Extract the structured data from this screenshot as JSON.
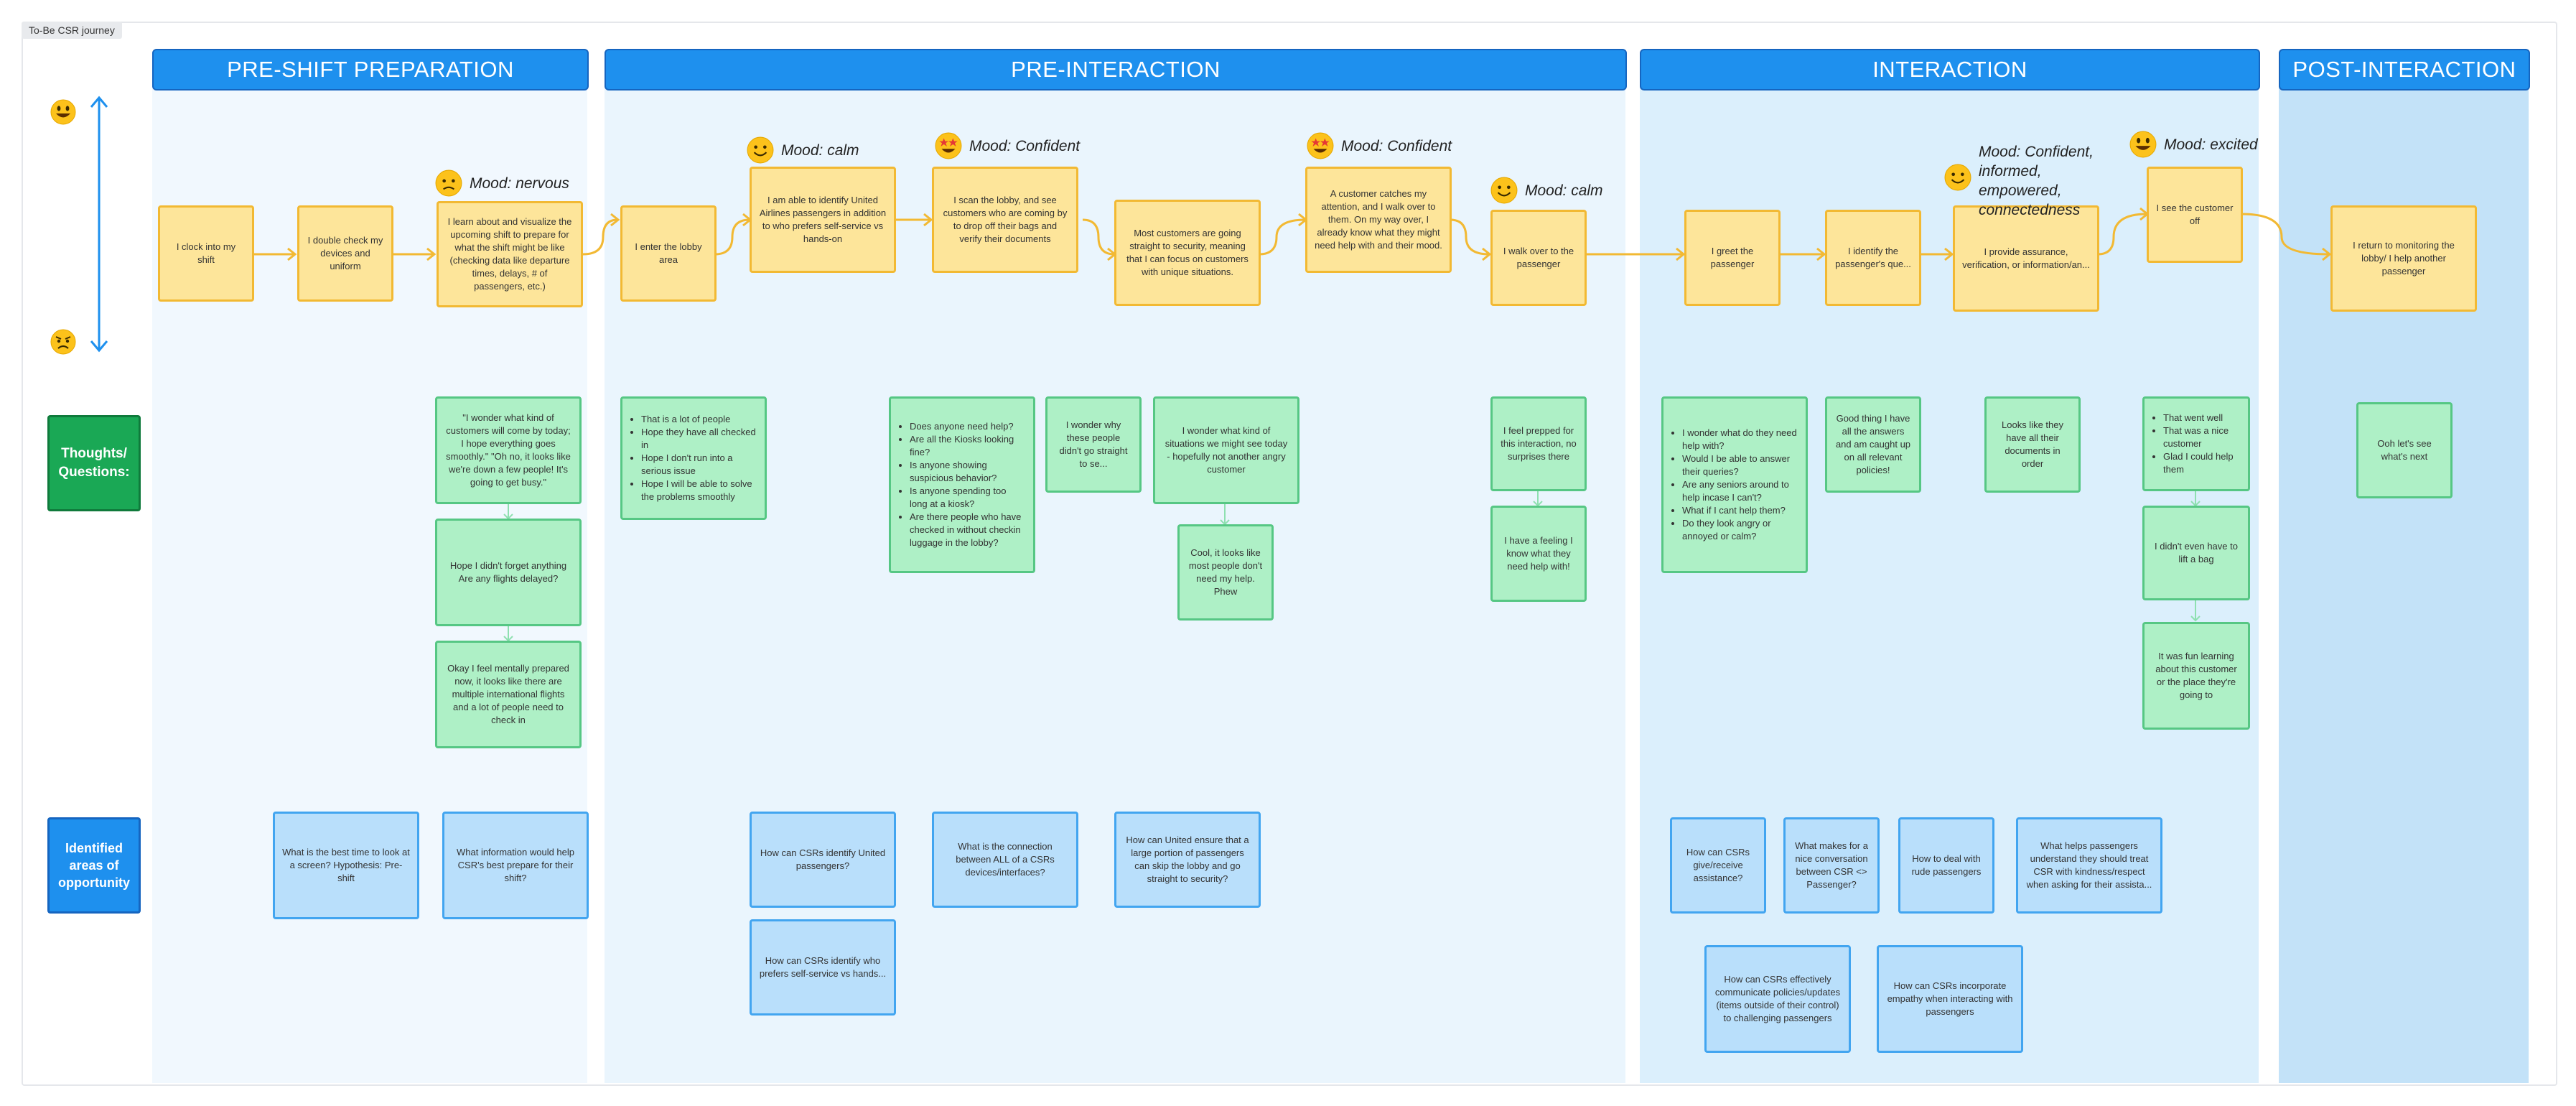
{
  "board_label": "To-Be CSR journey",
  "phases": [
    "PRE-SHIFT PREPARATION",
    "PRE-INTERACTION",
    "INTERACTION",
    "POST-INTERACTION"
  ],
  "row_labels": {
    "thoughts": "Thoughts/ Questions:",
    "opportunity": "Identified areas of opportunity"
  },
  "moods": [
    "Mood: nervous",
    "Mood: calm",
    "Mood: Confident",
    "Mood: Confident",
    "Mood: calm",
    "Mood: Confident, informed, empowered, connectedness",
    "Mood: excited"
  ],
  "steps": [
    "I clock into my shift",
    "I double check my devices and uniform",
    "I learn about and visualize the upcoming shift to prepare for what the shift might be like (checking data like departure times, delays, # of passengers, etc.)",
    "I enter the lobby area",
    "I am able to identify United Airlines passengers in addition to who prefers self-service vs hands-on",
    "I scan the lobby, and see customers who are coming by to drop off their bags and verify their documents",
    "Most customers are going straight to security, meaning that I can focus on customers with unique situations.",
    "A customer catches my attention, and I walk over to them. On my way over, I already know what they might need help with and their mood.",
    "I walk over to the passenger",
    "I greet the passenger",
    "I identify the passenger's que...",
    "I provide assurance, verification, or information/an...",
    "I see the customer off",
    "I return to monitoring the lobby/ I help another passenger"
  ],
  "thoughts": {
    "t1": "\"I wonder what kind of customers will come by today; I hope everything goes smoothly.\" \"Oh no, it looks like we're down a few people! It's going to get busy.\"",
    "t2": "Hope I didn't forget anything Are any flights delayed?",
    "t3": "Okay I feel mentally prepared now, it looks like there are multiple international flights and a lot of people need to check in",
    "t4": [
      "That is a lot of people",
      "Hope they have all checked in",
      "Hope I don't run into a serious issue",
      "Hope I will be able to solve the problems smoothly"
    ],
    "t5": [
      "Does anyone need help?",
      "Are all the Kiosks looking fine?",
      "Is anyone showing suspicious behavior?",
      "Is anyone spending too long at a kiosk?",
      "Are there people who have checked in without checkin luggage in the lobby?"
    ],
    "t6": "I wonder why these people didn't go straight to se...",
    "t7": "I wonder what kind of situations we might see today - hopefully not another angry customer",
    "t8": "Cool, it looks like most people don't need my help. Phew",
    "t9": "I feel prepped for this interaction, no surprises there",
    "t10": "I have a feeling I know what they need help with!",
    "t11": [
      "I wonder what do they need help with?",
      "Would I be able to answer their queries?",
      "Are any seniors around to help incase I can't?",
      "What if I cant help them?",
      "Do they look angry or annoyed or calm?"
    ],
    "t12": "Good thing I have all the answers and am caught up on all relevant policies!",
    "t13": "Looks like they have all their documents in order",
    "t14": [
      "That went well",
      "That was a nice customer",
      "Glad I could help them"
    ],
    "t15": "I didn't even have to lift a bag",
    "t16": "It was fun learning about this customer or the place they're going to",
    "t17": "Ooh let's see what's next"
  },
  "opportunities": [
    "What is the best time to look at a screen? Hypothesis: Pre-shift",
    "What information would help CSR's best prepare for their shift?",
    "How can CSRs identify United passengers?",
    "How can CSRs identify who prefers self-service vs hands...",
    "What is the connection between ALL of a CSRs devices/interfaces?",
    "How can United ensure that a large portion of passengers can skip the lobby and go straight to security?",
    "How can CSRs give/receive assistance?",
    "What makes for a nice conversation between CSR <> Passenger?",
    "How to deal with rude passengers",
    "What helps passengers understand they should treat CSR with kindness/respect when asking for their assista...",
    "How can CSRs effectively communicate policies/updates (items outside of their control) to challenging passengers",
    "How can CSRs incorporate empathy when interacting with passengers"
  ],
  "colors": {
    "phase_blue": "#1e90ee",
    "step_yellow": "#fde59a",
    "thought_green": "#aef0c6",
    "opportunity_blue": "#b9dffb",
    "thoughts_label_green": "#1aa855"
  }
}
